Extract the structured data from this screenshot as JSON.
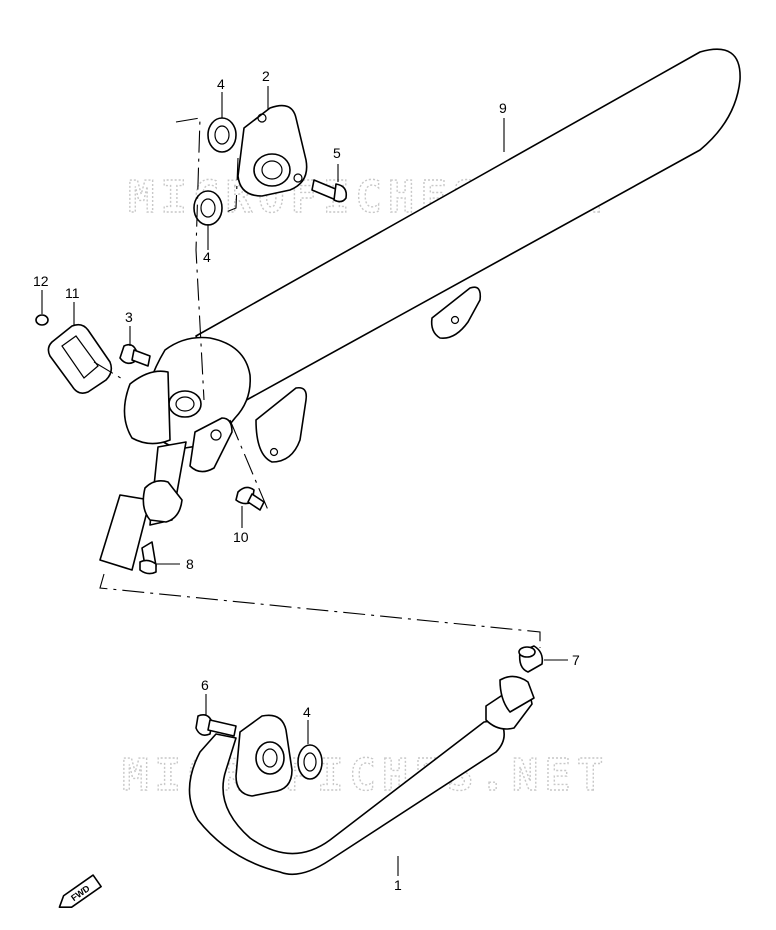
{
  "watermarks": [
    "MICROFICHES.NET",
    "MICROFICHES.NET"
  ],
  "fwd_label": "FWD",
  "callouts": {
    "c1": "1",
    "c2": "2",
    "c3": "3",
    "c4a": "4",
    "c4b": "4",
    "c4c": "4",
    "c5": "5",
    "c6": "6",
    "c7": "7",
    "c8": "8",
    "c9": "9",
    "c10": "10",
    "c11": "11",
    "c12": "12"
  }
}
